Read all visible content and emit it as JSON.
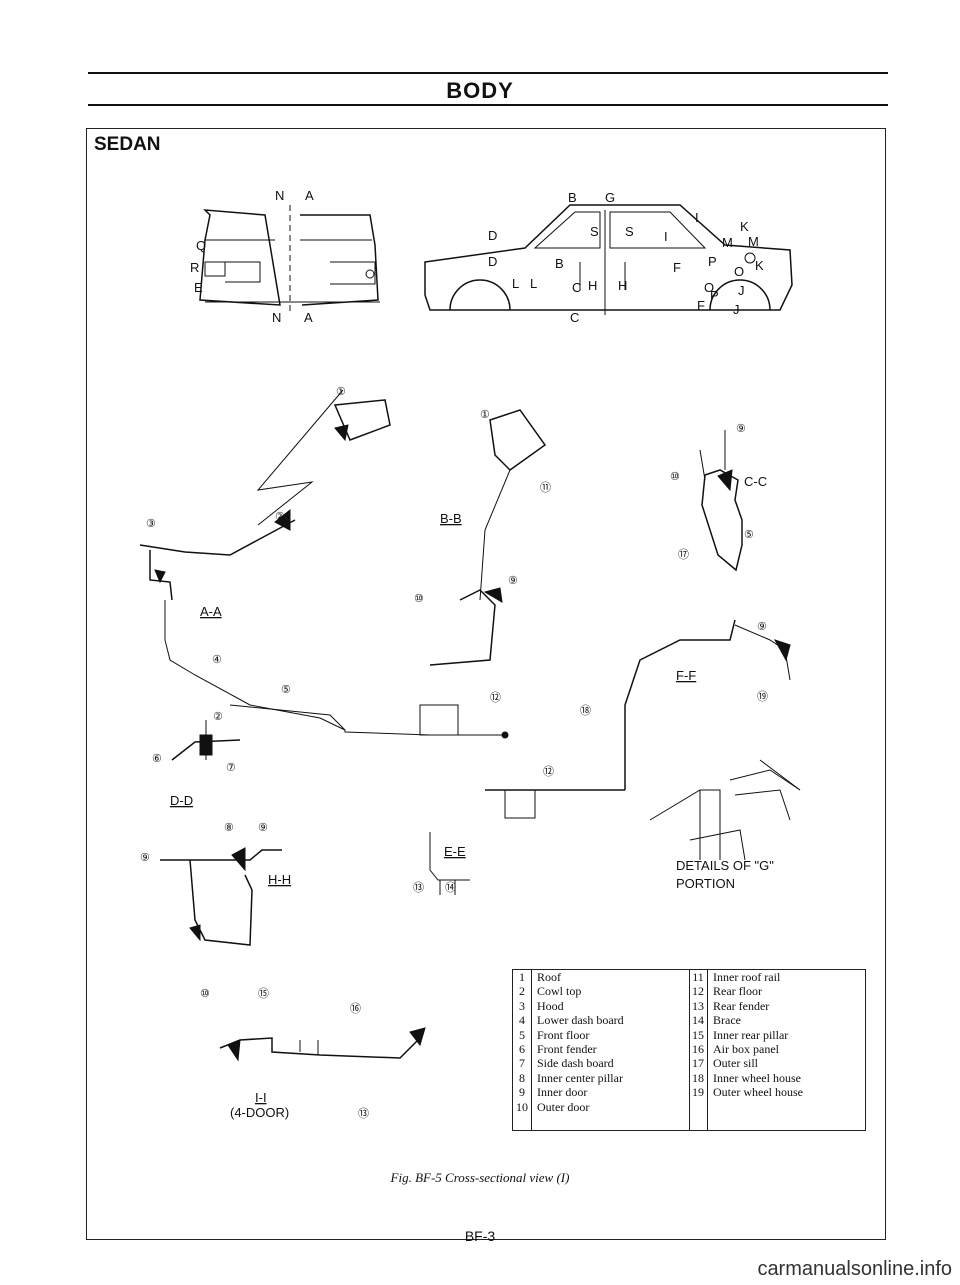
{
  "header": {
    "title": "BODY"
  },
  "frame": {
    "title": "SEDAN"
  },
  "sections": {
    "aa": "A-A",
    "bb": "B-B",
    "cc": "C-C",
    "dd": "D-D",
    "ee": "E-E",
    "ff": "F-F",
    "hh": "H-H",
    "ii": "I-I",
    "ii_sub": "(4-DOOR)",
    "g_line1": "DETAILS OF \"G\"",
    "g_line2": "PORTION"
  },
  "legend": {
    "left": [
      {
        "n": "1",
        "t": "Roof"
      },
      {
        "n": "2",
        "t": "Cowl top"
      },
      {
        "n": "3",
        "t": "Hood"
      },
      {
        "n": "4",
        "t": "Lower dash board"
      },
      {
        "n": "5",
        "t": "Front floor"
      },
      {
        "n": "6",
        "t": "Front fender"
      },
      {
        "n": "7",
        "t": "Side dash board"
      },
      {
        "n": "8",
        "t": "Inner center pillar"
      },
      {
        "n": "9",
        "t": "Inner door"
      },
      {
        "n": "10",
        "t": "Outer door"
      }
    ],
    "right": [
      {
        "n": "11",
        "t": "Inner roof rail"
      },
      {
        "n": "12",
        "t": "Rear floor"
      },
      {
        "n": "13",
        "t": "Rear fender"
      },
      {
        "n": "14",
        "t": "Brace"
      },
      {
        "n": "15",
        "t": "Inner rear pillar"
      },
      {
        "n": "16",
        "t": "Air box panel"
      },
      {
        "n": "17",
        "t": "Outer sill"
      },
      {
        "n": "18",
        "t": "Inner wheel house"
      },
      {
        "n": "19",
        "t": "Outer wheel house"
      }
    ]
  },
  "caption": "Fig. BF-5 Cross-sectional view (I)",
  "page_number": "BF-3",
  "watermark": "carmanualsonline.info"
}
